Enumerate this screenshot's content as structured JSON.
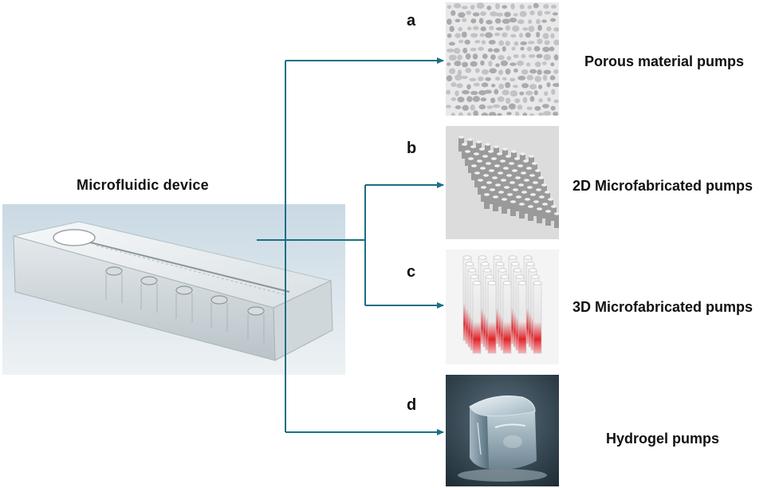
{
  "source": {
    "label": "Microfluidic device"
  },
  "branches": [
    {
      "letter": "a",
      "label": "Porous material pumps"
    },
    {
      "letter": "b",
      "label": "2D Microfabricated pumps"
    },
    {
      "letter": "c",
      "label": "3D Microfabricated pumps"
    },
    {
      "letter": "d",
      "label": "Hydrogel pumps"
    }
  ],
  "colors": {
    "connector": "#1a6f86",
    "text": "#111111",
    "device_bg": "#dde8ef",
    "highlight_red": "#e3242b"
  }
}
